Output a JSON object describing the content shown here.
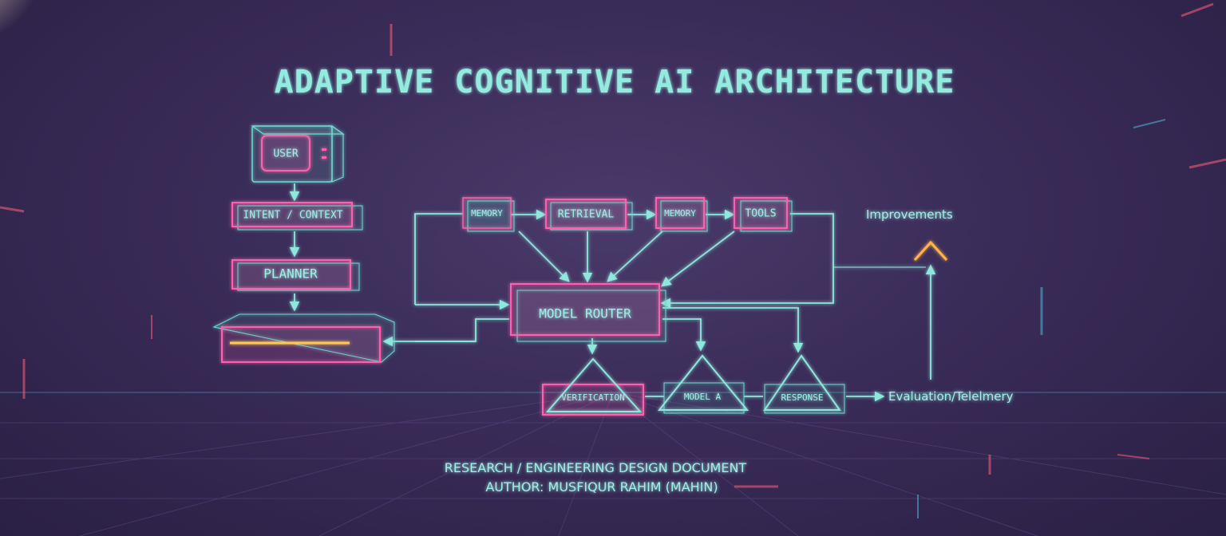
{
  "title": "ADAPTIVE COGNITIVE AI ARCHITECTURE",
  "nodes": {
    "user": "USER",
    "intent": "INTENT / CONTEXT",
    "planner": "PLANNER",
    "memory_1": "MEMORY",
    "retrieval": "RETRIEVAL",
    "memory_2": "MEMORY",
    "tools": "TOOLS",
    "model_router": "MODEL ROUTER",
    "verification": "VERIFICATION",
    "model_a": "MODEL A",
    "response": "RESPONSE"
  },
  "labels": {
    "improvements": "Improvements",
    "evaluation": "Evaluation/Telelmery"
  },
  "footer": {
    "line1": "RESEARCH / ENGINEERING DESIGN DOCUMENT",
    "line2": "AUTHOR: MUSFIQUR RAHIM (MAHIN)"
  },
  "colors": {
    "accent_cyan": "#9ef0e6",
    "accent_pink": "#ff5fae",
    "accent_yellow": "#ffc94a",
    "accent_orange": "#ffb347",
    "background": "#3a2c58"
  }
}
